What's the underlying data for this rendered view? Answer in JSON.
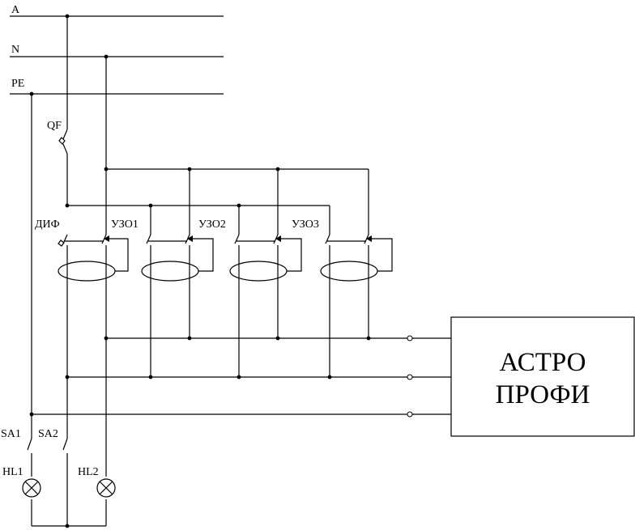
{
  "buses": {
    "phase": "A",
    "neutral": "N",
    "earth": "PE"
  },
  "breaker": "QF",
  "devices": {
    "dif": "ДИФ",
    "rcd1": "УЗО1",
    "rcd2": "УЗО2",
    "rcd3": "УЗО3"
  },
  "switches": {
    "sa1": "SA1",
    "sa2": "SA2"
  },
  "lamps": {
    "hl1": "HL1",
    "hl2": "HL2"
  },
  "box": {
    "line1": "АСТРО",
    "line2": "ПРОФИ"
  }
}
